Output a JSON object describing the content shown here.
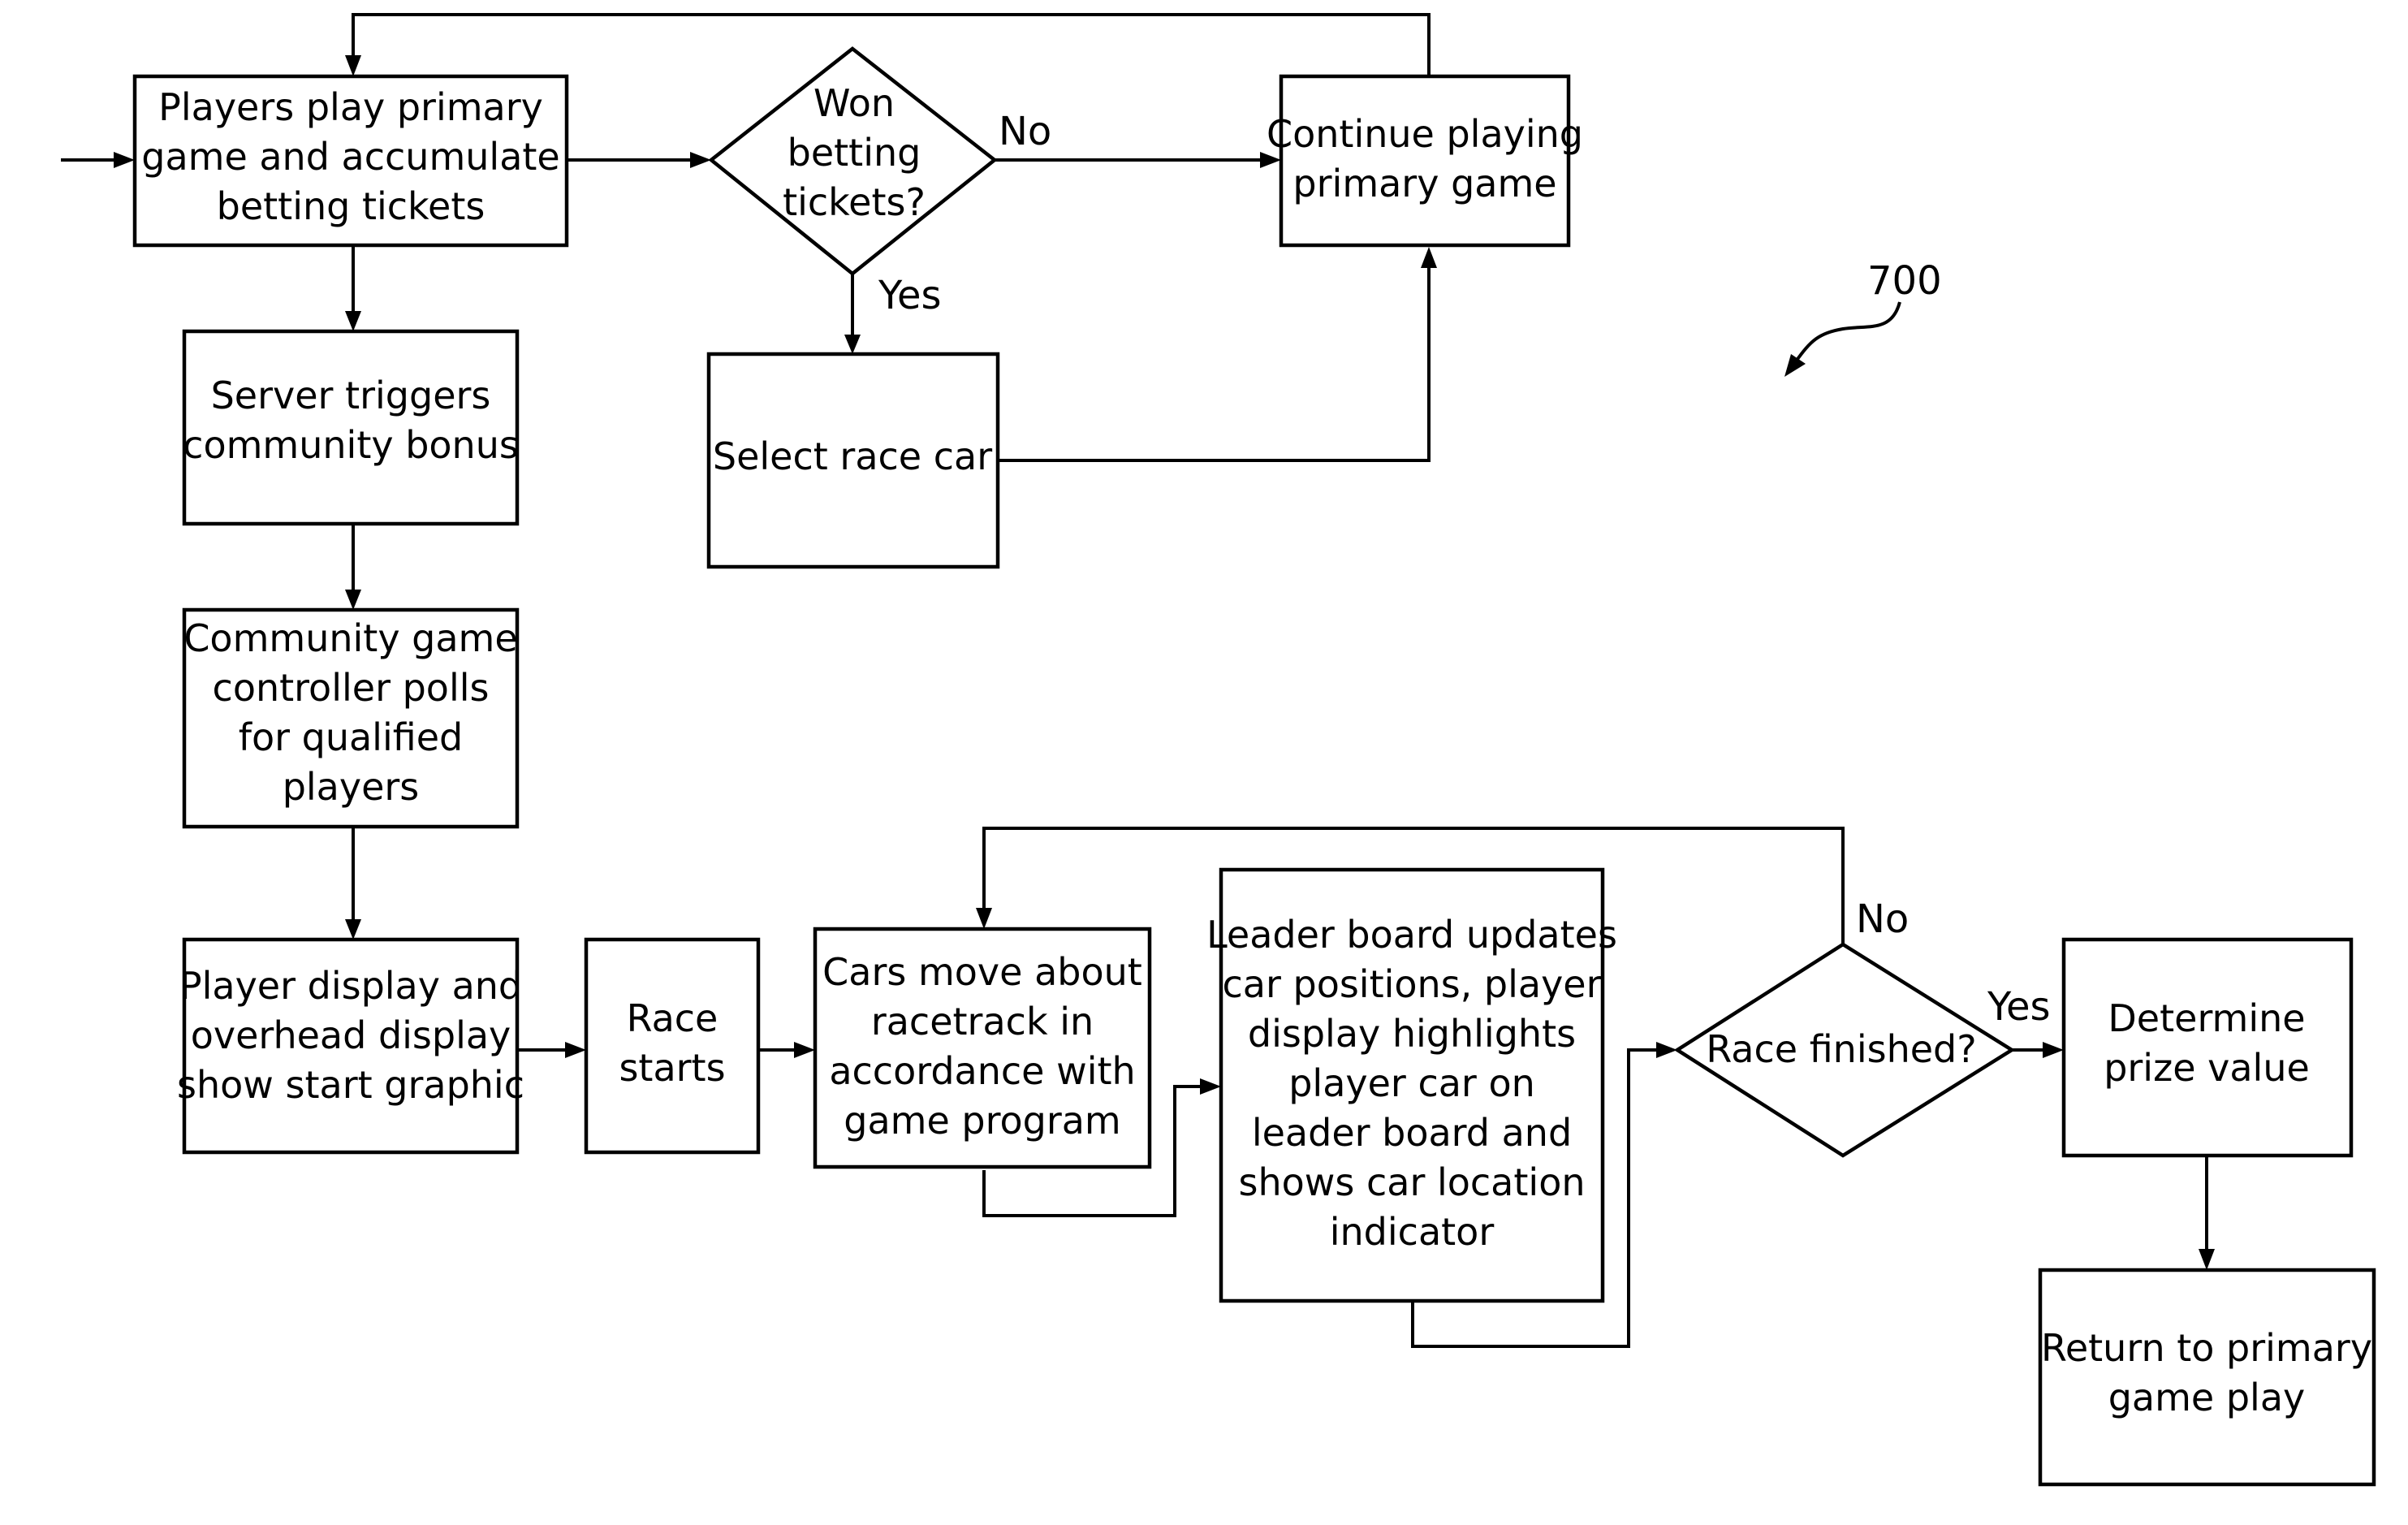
{
  "figure_number": "700",
  "nodes": {
    "play_primary": [
      "Players play primary",
      "game and accumulate",
      "betting tickets"
    ],
    "won_tickets": [
      "Won",
      "betting",
      "tickets?"
    ],
    "continue_primary": [
      "Continue playing",
      "primary game"
    ],
    "select_car": [
      "Select race car"
    ],
    "server_trigger": [
      "Server triggers",
      "community bonus"
    ],
    "poll_players": [
      "Community game",
      "controller polls",
      "for qualified",
      "players"
    ],
    "start_graphic": [
      "Player display and",
      "overhead display",
      "show start graphic"
    ],
    "race_starts": [
      "Race",
      "starts"
    ],
    "cars_move": [
      "Cars move about",
      "racetrack in",
      "accordance with",
      "game program"
    ],
    "leader_board": [
      "Leader board updates",
      "car positions, player",
      "display highlights",
      "player car on",
      "leader board and",
      "shows car location",
      "indicator"
    ],
    "race_finished": [
      "Race finished?"
    ],
    "prize_value": [
      "Determine",
      "prize value"
    ],
    "return_primary": [
      "Return to primary",
      "game play"
    ]
  },
  "edge_labels": {
    "no_top": "No",
    "yes_top": "Yes",
    "no_bottom": "No",
    "yes_bottom": "Yes"
  }
}
